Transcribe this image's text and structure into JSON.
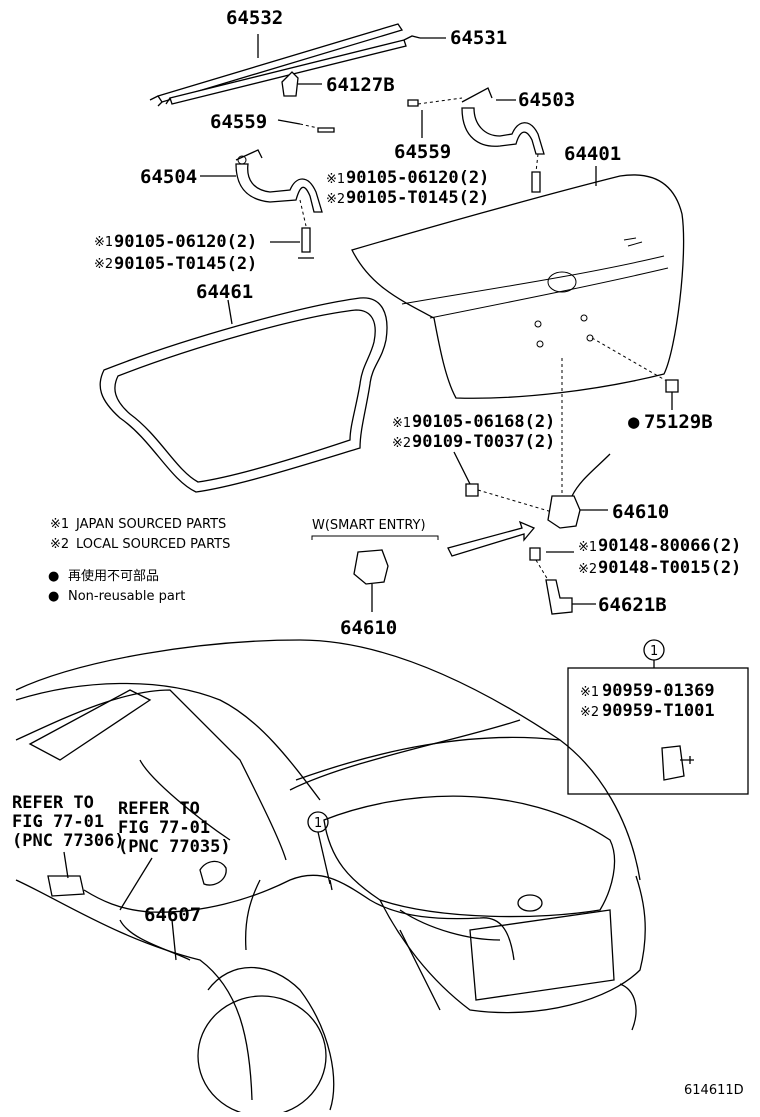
{
  "parts": {
    "p64532": "64532",
    "p64531": "64531",
    "p64127B": "64127B",
    "p64559a": "64559",
    "p64503": "64503",
    "p64559b": "64559",
    "p64401": "64401",
    "p64504": "64504",
    "j1_a": "90105-06120(2)",
    "j2_a": "90105-T0145(2)",
    "j1_b": "90105-06120(2)",
    "j2_b": "90105-T0145(2)",
    "p64461": "64461",
    "j1_c": "90105-06168(2)",
    "j2_c": "90109-T0037(2)",
    "p75129B": "75129B",
    "p64610a": "64610",
    "j1_d": "90148-80066(2)",
    "j2_d": "90148-T0015(2)",
    "p64621B": "64621B",
    "p64610b": "64610",
    "j1_e": "90959-01369",
    "j2_e": "90959-T1001",
    "p64607": "64607"
  },
  "marks": {
    "m1": "※1",
    "m2": "※2",
    "dot": "●",
    "ref_circle": "1"
  },
  "legend": {
    "japan": "JAPAN SOURCED PARTS",
    "local": "LOCAL SOURCED PARTS",
    "nonreuse_jp": "再使用不可部品",
    "nonreuse_en": "Non-reusable part"
  },
  "smart_entry": "W(SMART ENTRY)",
  "refer_a": {
    "l1": "REFER TO",
    "l2": "FIG 77-01",
    "l3": "(PNC 77306)"
  },
  "refer_b": {
    "l1": "REFER TO",
    "l2": "FIG 77-01",
    "l3": "(PNC 77035)"
  },
  "figure_id": "614611D"
}
